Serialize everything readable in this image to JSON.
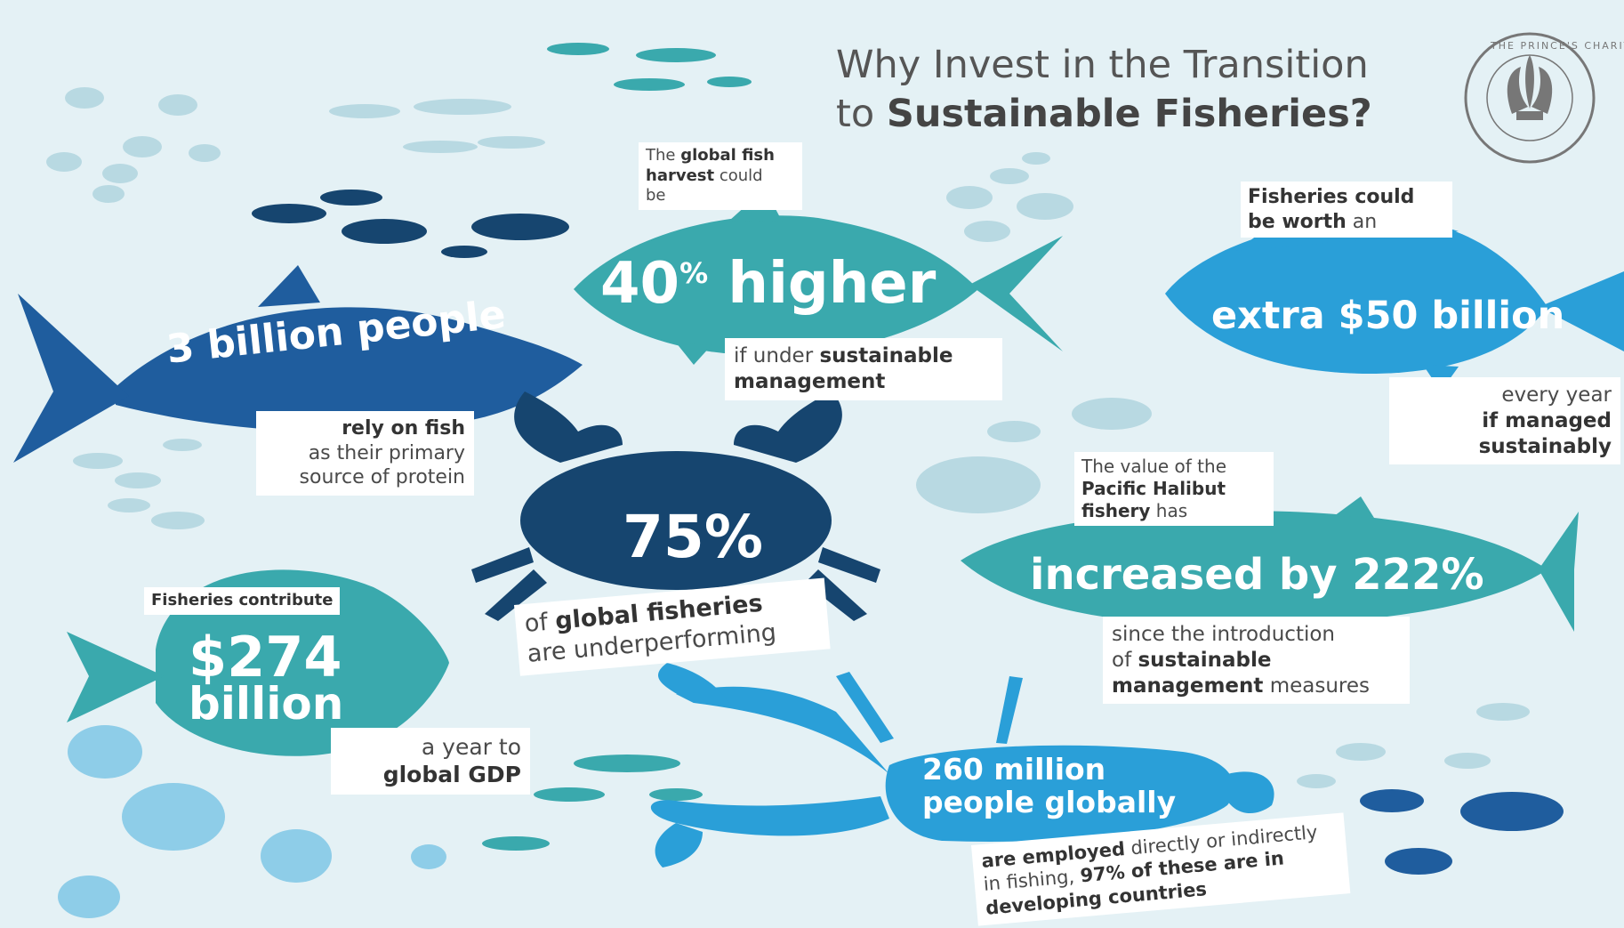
{
  "title": {
    "line1": "Why Invest in the Transition",
    "line2_prefix": "to ",
    "line2_bold": "Sustainable Fisheries?"
  },
  "logo": {
    "text": "THE PRINCE'S CHARITIES",
    "icon": "prince-of-wales-feathers-icon"
  },
  "colors": {
    "background": "#e4f1f5",
    "dark_blue": "#1f5d9e",
    "navy": "#16456f",
    "teal": "#3aa9ad",
    "sky": "#2a9fd8",
    "pale_fish": "#b8d9e2"
  },
  "facts": {
    "people": {
      "big": "3 billion people",
      "bold": "rely on fish",
      "line2": "as their primary",
      "line3": "source of protein"
    },
    "harvest": {
      "pre1": "The ",
      "bold1": "global fish",
      "bold2": "harvest",
      "post2": " could",
      "line3": "be",
      "big_number": "40",
      "big_pct": "%",
      "big_word": "higher",
      "after1_prefix": "if under ",
      "after1_bold": "sustainable",
      "after2_bold": "management"
    },
    "worth": {
      "bold1": "Fisheries could",
      "bold2": "be worth",
      "post2": " an",
      "big": "extra $50 billion",
      "line_a": "every year",
      "bold_b": "if managed",
      "bold_c": "sustainably"
    },
    "underperforming": {
      "big": "75%",
      "prefix": "of ",
      "bold": "global fisheries",
      "line2": "are underperforming"
    },
    "halibut": {
      "line1": "The value of the",
      "bold2": "Pacific Halibut",
      "bold3": "fishery",
      "post3": " has",
      "big": "increased by 222%",
      "after1": "since the introduction",
      "after2_prefix": "of ",
      "after2_bold": "sustainable",
      "after3_bold": "management",
      "after3_post": " measures"
    },
    "gdp": {
      "label": "Fisheries contribute",
      "big1": "$274",
      "big2": "billion",
      "line1": "a year to",
      "bold2": "global GDP"
    },
    "employment": {
      "big1": "260 million",
      "big2": "people globally",
      "bold1": "are employed",
      "post1": " directly or indirectly",
      "pre2": "in fishing, ",
      "bold2": "97% of these are in",
      "bold3": "developing countries"
    }
  }
}
